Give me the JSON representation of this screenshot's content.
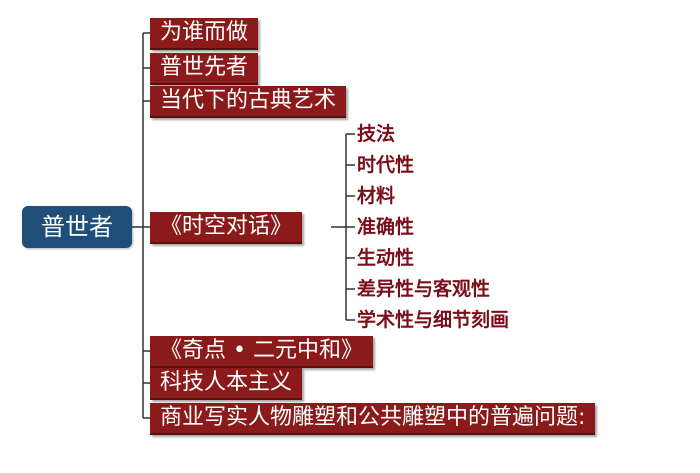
{
  "root": {
    "label": "普世者"
  },
  "branches": [
    "为谁而做",
    "普世先者",
    "当代下的古典艺术",
    "《时空对话》",
    "《奇点  •  二元中和》",
    "科技人本主义",
    "商业写实人物雕塑和公共雕塑中的普遍问题:"
  ],
  "sub_items": [
    "技法",
    "时代性",
    "材料",
    "准确性",
    "生动性",
    "差异性与客观性",
    "学术性与细节刻画"
  ],
  "colors": {
    "root_fill": "#1f4e79",
    "branch_fill": "#8b1a1a",
    "sub_text": "#7a0f1a",
    "connector": "#333333"
  }
}
